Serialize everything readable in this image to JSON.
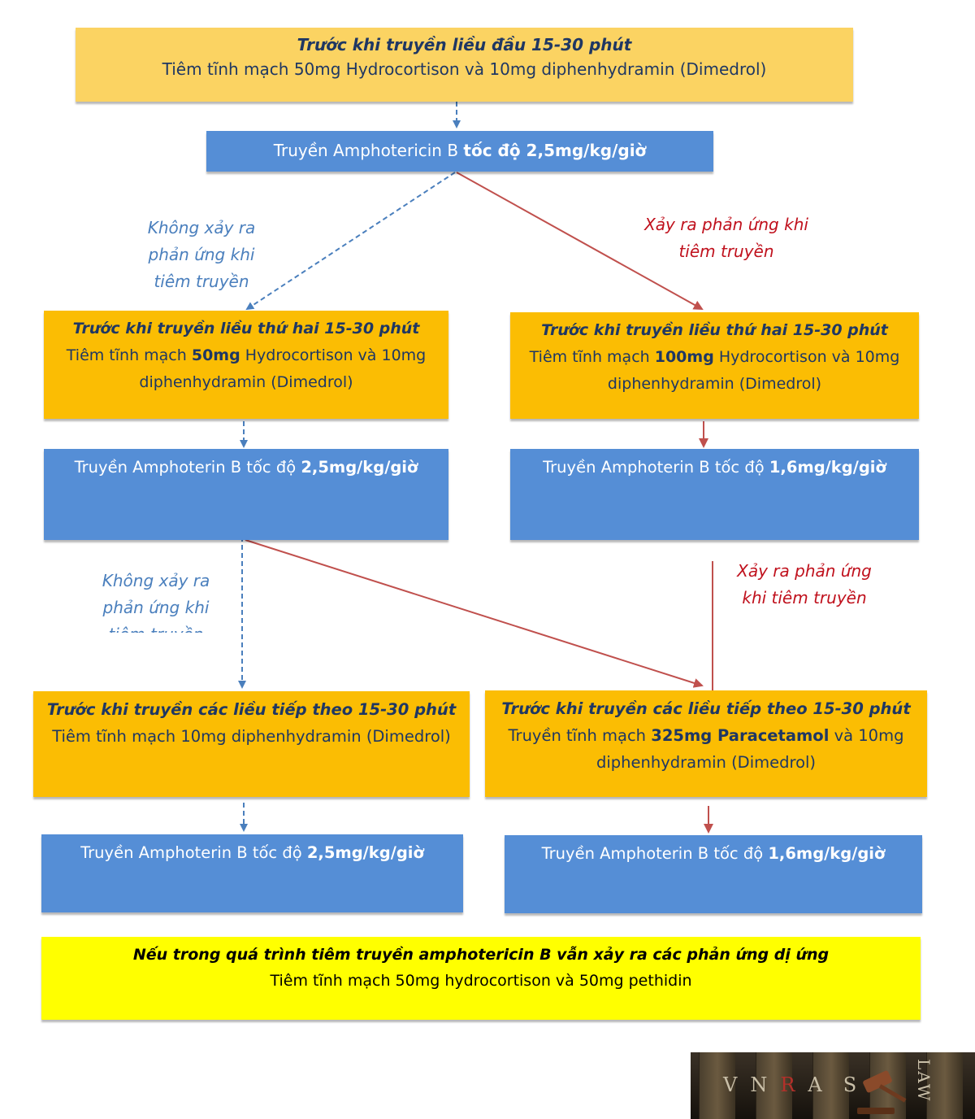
{
  "boxes": {
    "top": {
      "line1": "Trước khi truyền liều đầu 15-30 phút",
      "line2": "Tiêm tĩnh mạch 50mg Hydrocortison và 10mg diphenhydramin (Dimedrol)"
    },
    "first_infusion": {
      "prefix": "Truyền Amphotericin B ",
      "bold": "tốc độ 2,5mg/kg/giờ"
    },
    "left_second": {
      "title": "Trước khi truyền liều thứ hai 15-30 phút",
      "pre": "Tiêm tĩnh mạch ",
      "bold": "50mg",
      "post": " Hydrocortison và 10mg diphenhydramin (Dimedrol)"
    },
    "right_second": {
      "title": "Trước khi truyền liều thứ hai 15-30 phút",
      "pre": "Tiêm tĩnh mạch ",
      "bold": "100mg",
      "post": " Hydrocortison và 10mg diphenhydramin (Dimedrol)"
    },
    "left_infusion_2": {
      "prefix": "Truyền Amphoterin B tốc độ ",
      "bold": "2,5mg/kg/giờ"
    },
    "right_infusion_2": {
      "prefix": "Truyền Amphoterin B tốc độ ",
      "bold": "1,6mg/kg/giờ"
    },
    "left_next": {
      "title": "Trước khi truyền các liều tiếp theo 15-30 phút",
      "body": " Tiêm tĩnh mạch 10mg diphenhydramin (Dimedrol)"
    },
    "right_next": {
      "title": "Trước khi truyền các liều tiếp theo 15-30 phút",
      "pre": " Truyền tĩnh mạch ",
      "bold": "325mg Paracetamol",
      "post": " và 10mg diphenhydramin (Dimedrol)"
    },
    "left_infusion_3": {
      "prefix": "Truyền Amphoterin B tốc độ ",
      "bold": "2,5mg/kg/giờ"
    },
    "right_infusion_3": {
      "prefix": "Truyền Amphoterin B tốc độ ",
      "bold": "1,6mg/kg/giờ"
    },
    "bottom": {
      "line1": "Nếu trong quá trình tiêm truyền amphotericin B vẫn xảy ra các phản ứng dị ứng",
      "line2": "Tiêm tĩnh mạch 50mg hydrocortison và 50mg pethidin"
    }
  },
  "labels": {
    "no_reaction_1": [
      "Không xảy ra",
      "phản ứng khi",
      "tiêm truyền"
    ],
    "reaction_1": [
      "Xảy ra phản ứng khi",
      "tiêm truyền"
    ],
    "no_reaction_2": [
      "Không xảy ra",
      "phản ứng khi",
      "tiêm truyền"
    ],
    "reaction_2": [
      "Xảy ra phản ứng",
      "khi tiêm truyền"
    ]
  },
  "logo": {
    "letters": [
      "V",
      "N",
      "R",
      "A",
      "S"
    ],
    "side_text": "LAW"
  },
  "colors": {
    "yellow_light": "#fbd362",
    "orange": "#fbbd03",
    "blue": "#558ed6",
    "yellow_bright": "#ffff00",
    "arrow_blue": "#4a7fbd",
    "arrow_red": "#c0504d"
  }
}
